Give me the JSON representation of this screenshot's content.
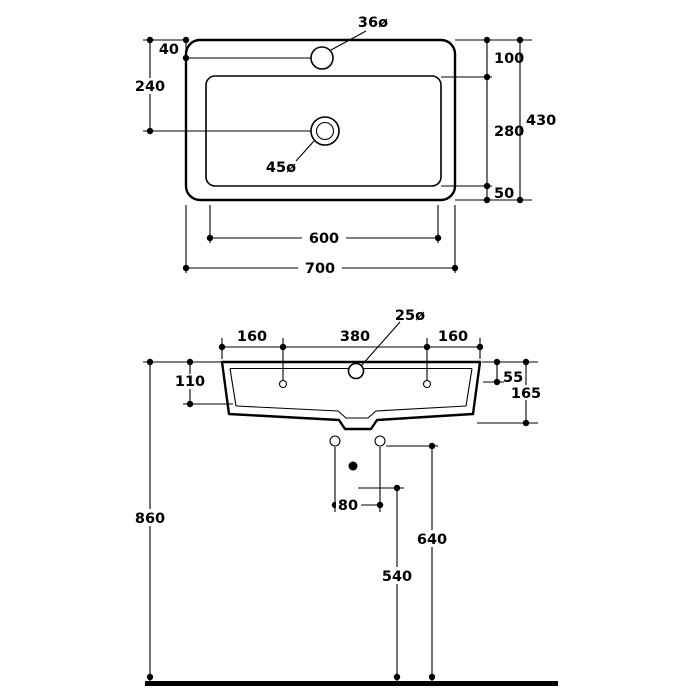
{
  "colors": {
    "line": "#000000",
    "background": "#ffffff"
  },
  "plan_view": {
    "tap_hole_diameter": "36ø",
    "drain_diameter": "45ø",
    "dim_tap_offset": "40",
    "dim_drain_from_top": "240",
    "dim_top_edge_to_basin": "100",
    "dim_basin_depth": "280",
    "dim_basin_to_bottom_edge": "50",
    "dim_overall_depth": "430",
    "dim_basin_width": "600",
    "dim_overall_width": "700"
  },
  "front_view": {
    "dim_left_hole_offset": "160",
    "dim_hole_spacing": "380",
    "dim_right_hole_offset": "160",
    "hole_diameter": "25ø",
    "dim_apron_drop": "110",
    "dim_rim_height": "55",
    "dim_front_height": "165",
    "dim_rim_above_floor": "860",
    "dim_fixing_spacing": "80",
    "dim_fixing_height": "640",
    "dim_outlet_height": "540"
  }
}
